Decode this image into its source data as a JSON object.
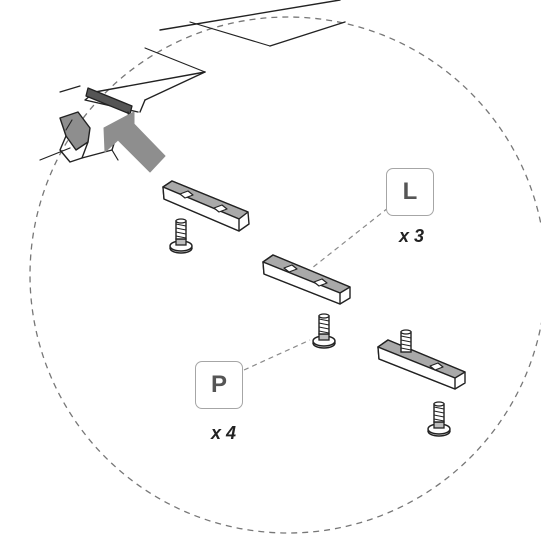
{
  "callouts": [
    {
      "letter": "L",
      "quantity": "x 3"
    },
    {
      "letter": "P",
      "quantity": "x 4"
    }
  ],
  "colors": {
    "outline": "#222222",
    "dashed_circle": "#777777",
    "plate_fill": "#a9a9a9",
    "arrow_fill": "#8e8e8e",
    "box_border": "#a6a6a6",
    "letter": "#555555"
  },
  "icons": {
    "arrow": "insertion-arrow-icon",
    "plate": "mounting-plate-icon",
    "bolt": "carriage-bolt-icon"
  }
}
